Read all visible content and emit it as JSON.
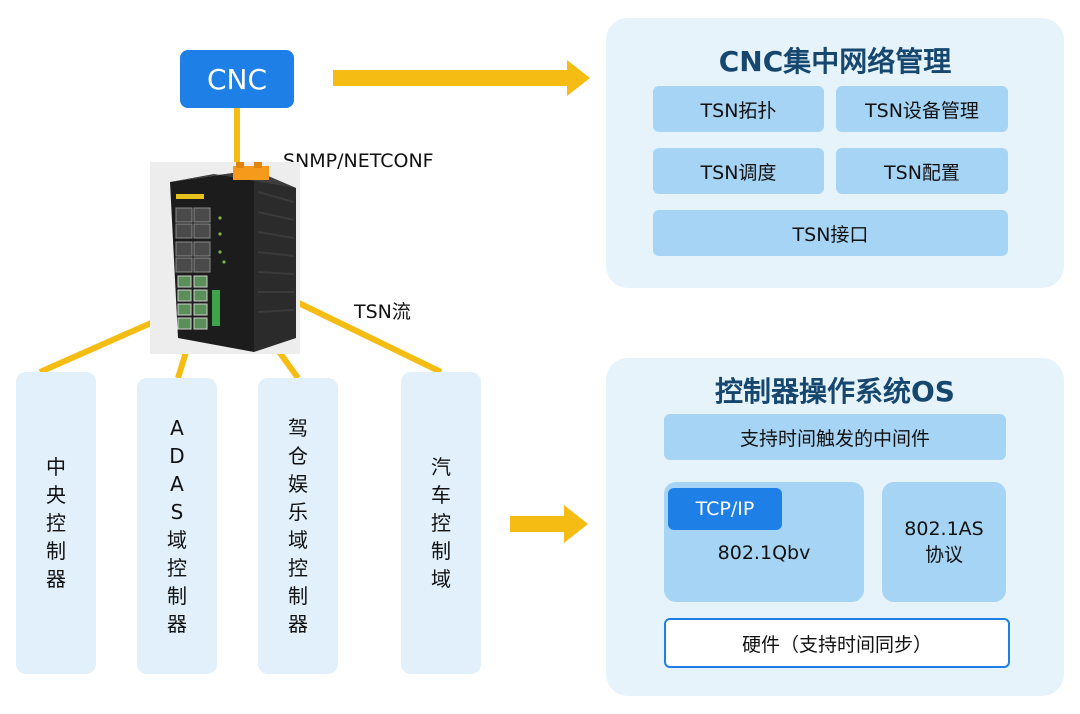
{
  "cnc_node": {
    "label": "CNC"
  },
  "links": {
    "snmp": "SNMP/NETCONF",
    "tsn_flow": "TSN流"
  },
  "controllers": [
    {
      "chars": [
        "中",
        "央",
        "控",
        "制",
        "器"
      ]
    },
    {
      "chars": [
        "A",
        "D",
        "A",
        "S",
        "域",
        "控",
        "制",
        "器"
      ]
    },
    {
      "chars": [
        "驾",
        "仓",
        "娱",
        "乐",
        "域",
        "控",
        "制",
        "器"
      ]
    },
    {
      "chars": [
        "汽",
        "车",
        "控",
        "制",
        "域"
      ]
    }
  ],
  "cnc_panel": {
    "title": "CNC集中网络管理",
    "items": [
      "TSN拓扑",
      "TSN设备管理",
      "TSN调度",
      "TSN配置",
      "TSN接口"
    ]
  },
  "os_panel": {
    "title": "控制器操作系统OS",
    "middleware": "支持时间触发的中间件",
    "tcpip": "TCP/IP",
    "qbv": "802.1Qbv",
    "as_line1": "802.1AS",
    "as_line2": "协议",
    "hardware": "硬件（支持时间同步）"
  },
  "colors": {
    "arrow": "#f5bd14",
    "blue": "#1e7fe6",
    "panel_bg": "#e7f3fb",
    "box": "#a6d4f5"
  }
}
